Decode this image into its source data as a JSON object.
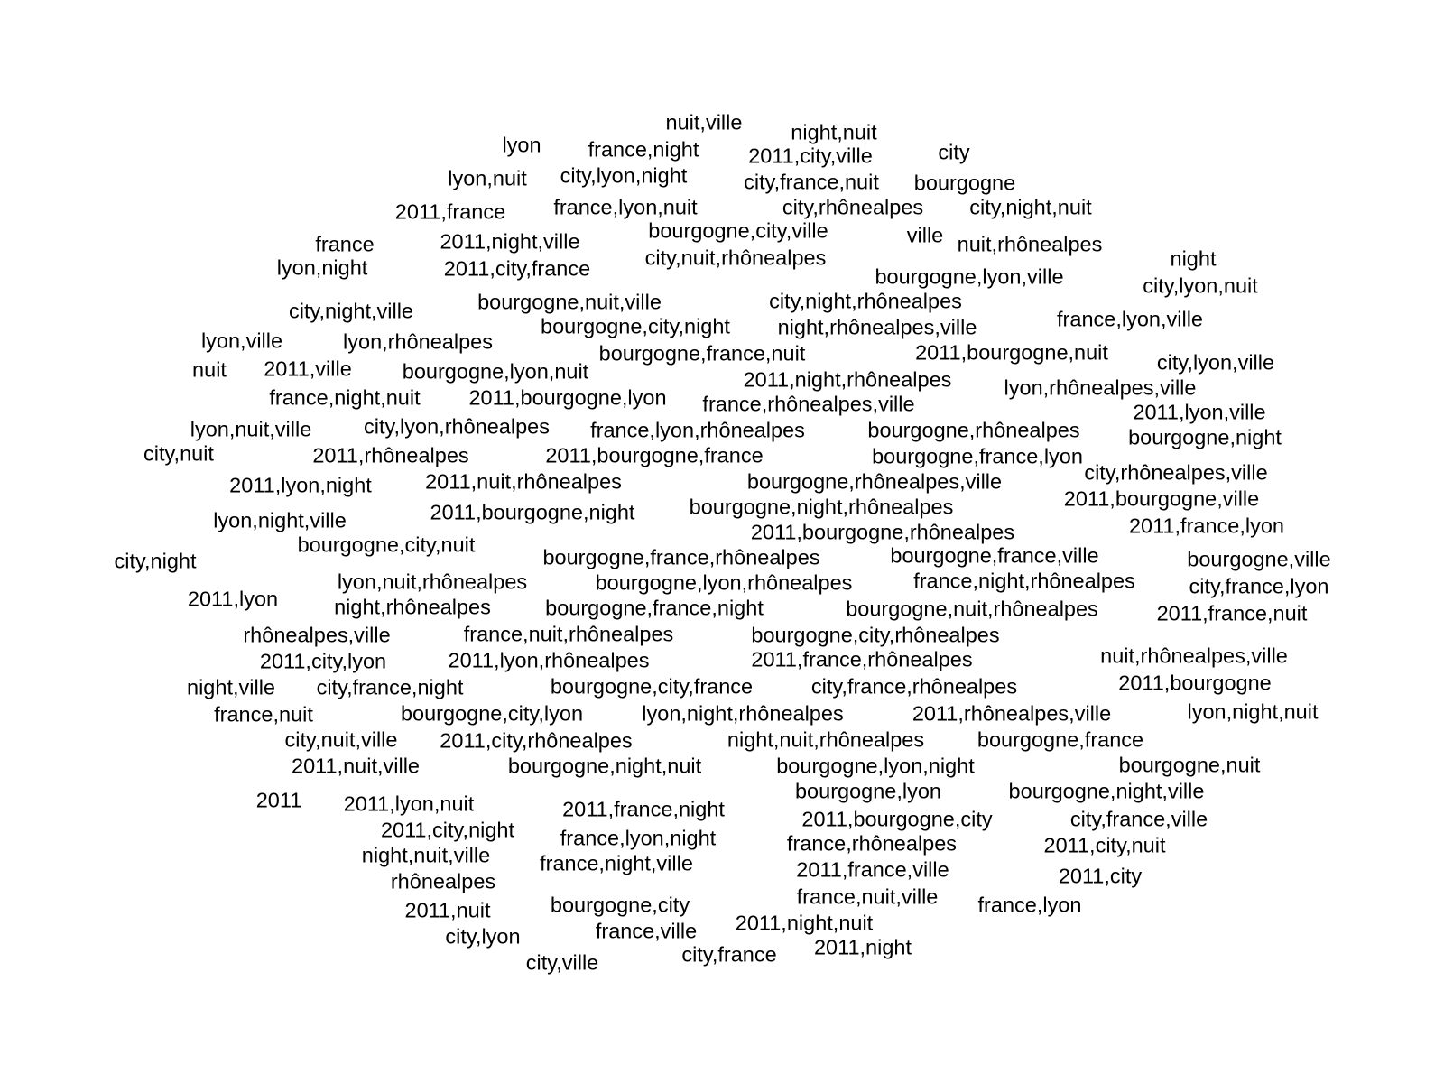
{
  "words": [
    "nuit,ville",
    "night,nuit",
    "lyon",
    "france,night",
    "2011,city,ville",
    "city",
    "lyon,nuit",
    "city,lyon,night",
    "city,france,nuit",
    "bourgogne",
    "2011,france",
    "france,lyon,nuit",
    "city,rhônealpes",
    "city,night,nuit",
    "bourgogne,city,ville",
    "ville",
    "france",
    "2011,night,ville",
    "city,nuit,rhônealpes",
    "nuit,rhônealpes",
    "night",
    "lyon,night",
    "2011,city,france",
    "bourgogne,lyon,ville",
    "city,lyon,nuit",
    "city,night,ville",
    "bourgogne,nuit,ville",
    "city,night,rhônealpes",
    "bourgogne,city,night",
    "night,rhônealpes,ville",
    "france,lyon,ville",
    "lyon,ville",
    "lyon,rhônealpes",
    "bourgogne,france,nuit",
    "2011,bourgogne,nuit",
    "city,lyon,ville",
    "nuit",
    "2011,ville",
    "bourgogne,lyon,nuit",
    "2011,night,rhônealpes",
    "lyon,rhônealpes,ville",
    "france,night,nuit",
    "2011,bourgogne,lyon",
    "france,rhônealpes,ville",
    "2011,lyon,ville",
    "lyon,nuit,ville",
    "city,lyon,rhônealpes",
    "france,lyon,rhônealpes",
    "bourgogne,rhônealpes",
    "bourgogne,night",
    "city,nuit",
    "2011,rhônealpes",
    "2011,bourgogne,france",
    "bourgogne,france,lyon",
    "city,rhônealpes,ville",
    "2011,lyon,night",
    "2011,nuit,rhônealpes",
    "bourgogne,rhônealpes,ville",
    "2011,bourgogne,ville",
    "bourgogne,night,rhônealpes",
    "lyon,night,ville",
    "2011,bourgogne,night",
    "2011,france,lyon",
    "2011,bourgogne,rhônealpes",
    "bourgogne,city,nuit",
    "city,night",
    "bourgogne,france,rhônealpes",
    "bourgogne,france,ville",
    "bourgogne,ville",
    "lyon,nuit,rhônealpes",
    "bourgogne,lyon,rhônealpes",
    "france,night,rhônealpes",
    "city,france,lyon",
    "2011,lyon",
    "night,rhônealpes",
    "bourgogne,france,night",
    "bourgogne,nuit,rhônealpes",
    "2011,france,nuit",
    "rhônealpes,ville",
    "france,nuit,rhônealpes",
    "bourgogne,city,rhônealpes",
    "nuit,rhônealpes,ville",
    "2011,city,lyon",
    "2011,lyon,rhônealpes",
    "2011,france,rhônealpes",
    "night,ville",
    "city,france,night",
    "bourgogne,city,france",
    "city,france,rhônealpes",
    "2011,bourgogne",
    "france,nuit",
    "bourgogne,city,lyon",
    "lyon,night,rhônealpes",
    "2011,rhônealpes,ville",
    "lyon,night,nuit",
    "city,nuit,ville",
    "2011,city,rhônealpes",
    "night,nuit,rhônealpes",
    "bourgogne,france",
    "2011,nuit,ville",
    "bourgogne,night,nuit",
    "bourgogne,lyon,night",
    "bourgogne,nuit",
    "2011",
    "2011,lyon,nuit",
    "bourgogne,night,ville",
    "bourgogne,lyon",
    "2011,france,night",
    "2011,city,night",
    "2011,bourgogne,city",
    "city,france,ville",
    "france,lyon,night",
    "night,nuit,ville",
    "france,rhônealpes",
    "2011,city,nuit",
    "france,night,ville",
    "2011,france,ville",
    "2011,city",
    "rhônealpes",
    "france,nuit,ville",
    "2011,nuit",
    "bourgogne,city",
    "france,lyon",
    "2011,night,nuit",
    "france,ville",
    "city,lyon",
    "city,france",
    "2011,night",
    "city,ville"
  ]
}
